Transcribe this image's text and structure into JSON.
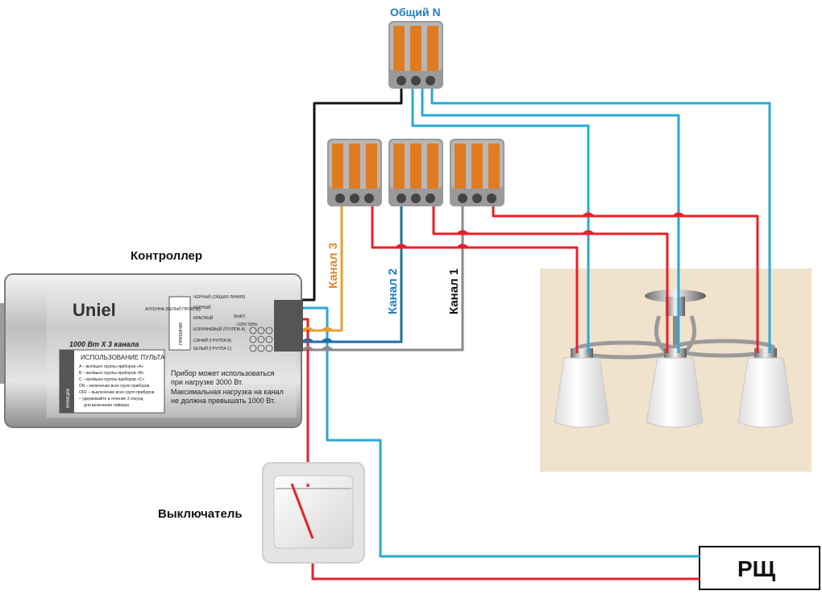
{
  "labels": {
    "common_n": "Общий N",
    "controller": "Контроллер",
    "switch": "Выключатель",
    "panel": "РЩ",
    "channel1": "Канал 1",
    "channel2": "Канал 2",
    "channel3": "Канал 3"
  },
  "controller": {
    "brand": "Uniel",
    "model": "1000 Вт X 3 канала",
    "antenna": "АНТЕННА (БЕЛЫЙ ПРОВОД)",
    "receiver": "ПРИЕМНИК",
    "functions": "ФУНКЦИИ",
    "remote_title": "ИСПОЛЬЗОВАНИЕ ПУЛЬТА",
    "remote_lines": [
      "A – вкл/выкл группы приборов «A»",
      "B – вкл/выкл группы приборов «B»",
      "C – вкл/выкл группы приборов «C»",
      "ON – включение всех групп приборов",
      "OFF – выключение всех групп приборов",
      "– удерживайте в течение 3 секунд",
      "для включения таймера"
    ],
    "wires": [
      "ЧЕРНЫЙ (ОБЩАЯ ЛИНИЯ)",
      "ЧЕРНЫЙ",
      "КРАСНЫЙ",
      "КОРИЧНЕВЫЙ (ГРУППА А)",
      "СИНИЙ (ГРУППА В)",
      "БЕЛЫЙ (ГРУППА С)"
    ],
    "switch_mark": "ВЫКЛ",
    "voltage": "~220V 50Hz",
    "note_lines": [
      "Прибор может использоваться",
      "при нагрузке 3000 Вт.",
      "Максимальная нагрузка на канал",
      "не должна превышать 1000 Вт."
    ]
  },
  "colors": {
    "red": "#e8202a",
    "blue": "#29a8d6",
    "dark_blue": "#1f6fa8",
    "black": "#111111",
    "gray": "#8a8a8a",
    "orange": "#e8a02e",
    "label_blue": "#1f7fbf",
    "label_orange": "#e08a2a",
    "ceiling": "#f0e2cc"
  }
}
